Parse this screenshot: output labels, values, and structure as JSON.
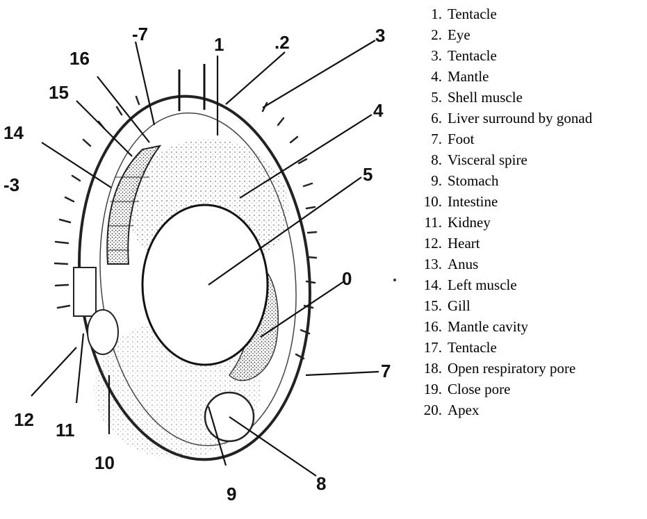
{
  "diagram": {
    "callouts": [
      {
        "id": "c1",
        "text": "1"
      },
      {
        "id": "c2",
        "text": ".2"
      },
      {
        "id": "c3",
        "text": "3"
      },
      {
        "id": "c4",
        "text": "4"
      },
      {
        "id": "c5",
        "text": "5"
      },
      {
        "id": "c6",
        "text": "0"
      },
      {
        "id": "c7",
        "text": "7"
      },
      {
        "id": "c8",
        "text": "8"
      },
      {
        "id": "c9",
        "text": "9"
      },
      {
        "id": "c10",
        "text": "10"
      },
      {
        "id": "c11",
        "text": "11"
      },
      {
        "id": "c12",
        "text": "12"
      },
      {
        "id": "c13",
        "text": "-3"
      },
      {
        "id": "c14",
        "text": "14"
      },
      {
        "id": "c15",
        "text": "15"
      },
      {
        "id": "c16",
        "text": "16"
      },
      {
        "id": "c17",
        "text": "-7"
      }
    ]
  },
  "legend": {
    "items": [
      {
        "num": "1.",
        "label": "Tentacle"
      },
      {
        "num": "2.",
        "label": "Eye"
      },
      {
        "num": "3.",
        "label": "Tentacle"
      },
      {
        "num": "4.",
        "label": "Mantle"
      },
      {
        "num": "5.",
        "label": "Shell muscle"
      },
      {
        "num": "6.",
        "label": "Liver surround by gonad"
      },
      {
        "num": "7.",
        "label": "Foot"
      },
      {
        "num": "8.",
        "label": "Visceral spire"
      },
      {
        "num": "9.",
        "label": "Stomach"
      },
      {
        "num": "10.",
        "label": "Intestine"
      },
      {
        "num": "11.",
        "label": "Kidney"
      },
      {
        "num": "12.",
        "label": "Heart"
      },
      {
        "num": "13.",
        "label": "Anus"
      },
      {
        "num": "14.",
        "label": "Left muscle"
      },
      {
        "num": "15.",
        "label": "Gill"
      },
      {
        "num": "16.",
        "label": "Mantle cavity"
      },
      {
        "num": "17.",
        "label": "Tentacle"
      },
      {
        "num": "18.",
        "label": "Open respiratory pore"
      },
      {
        "num": "19.",
        "label": "Close pore"
      },
      {
        "num": "20.",
        "label": "Apex"
      }
    ]
  }
}
